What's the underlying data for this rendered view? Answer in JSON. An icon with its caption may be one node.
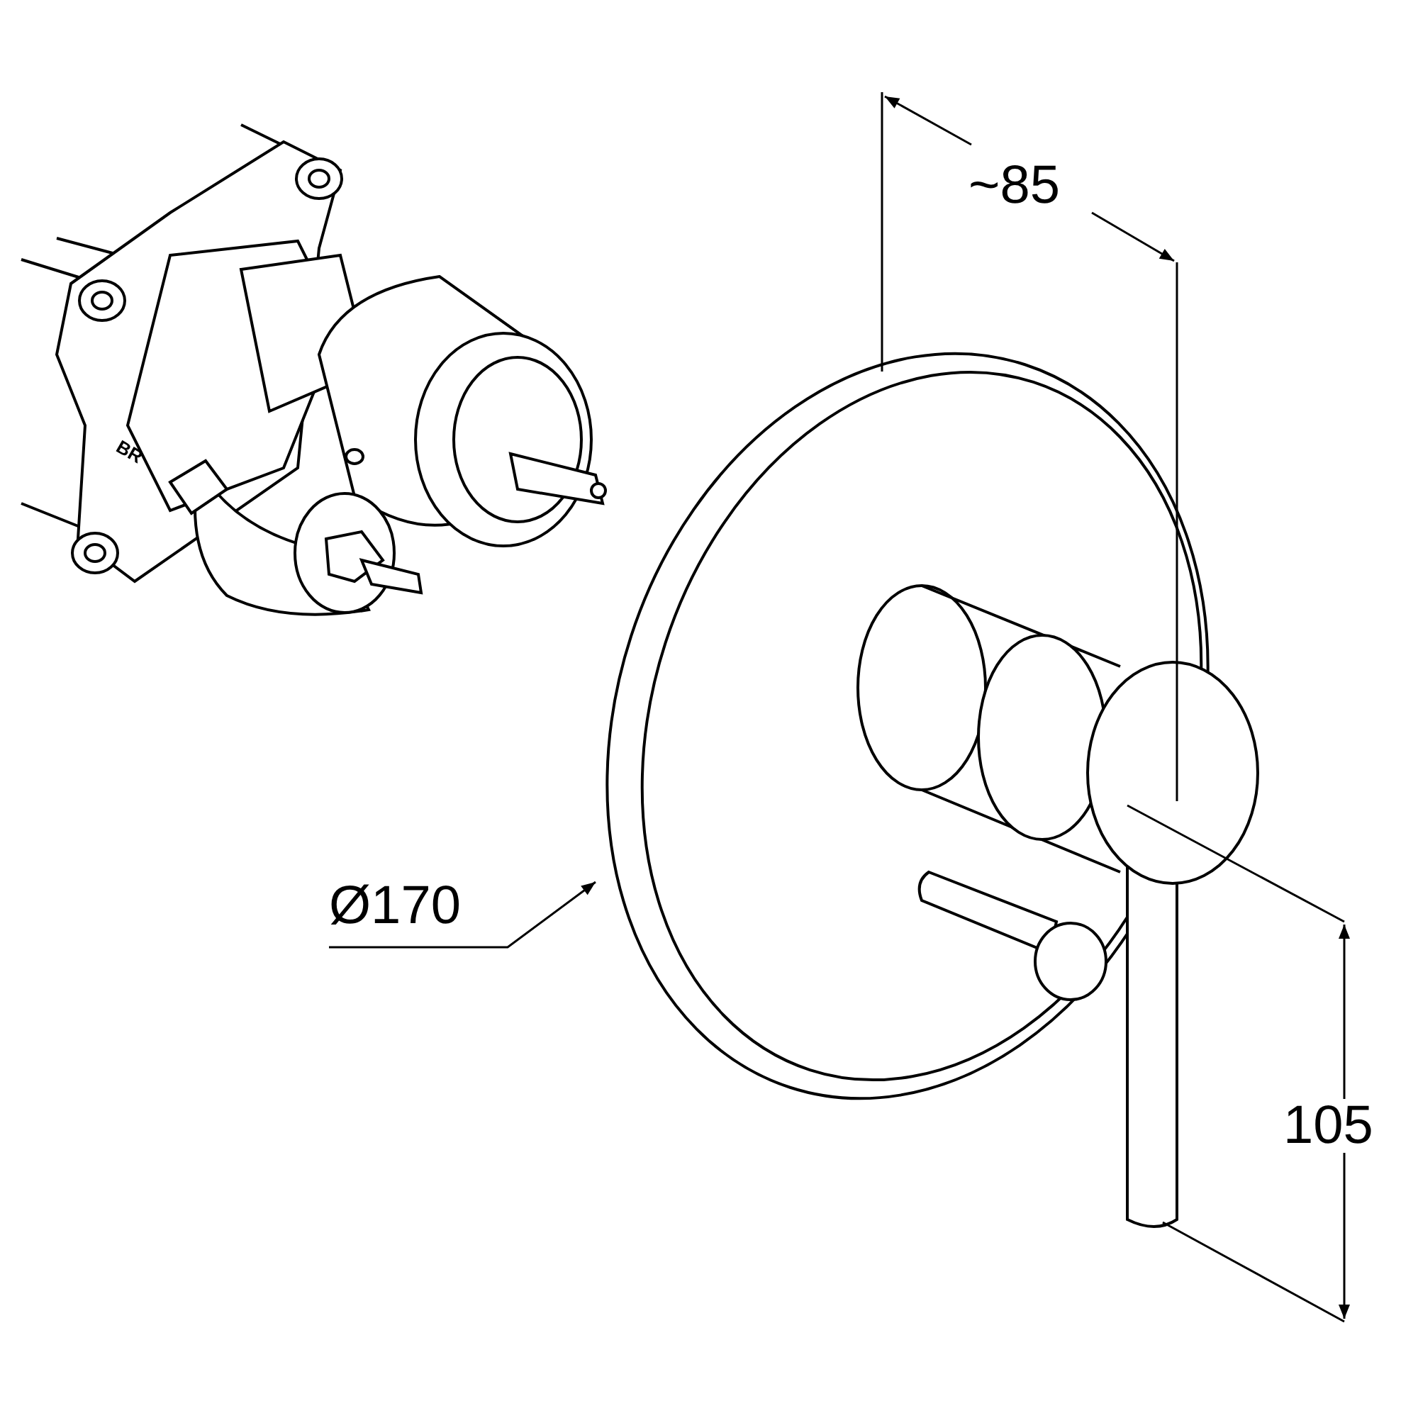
{
  "diagram": {
    "labels": [
      "~85",
      "Ø170",
      "105",
      "BR"
    ]
  }
}
